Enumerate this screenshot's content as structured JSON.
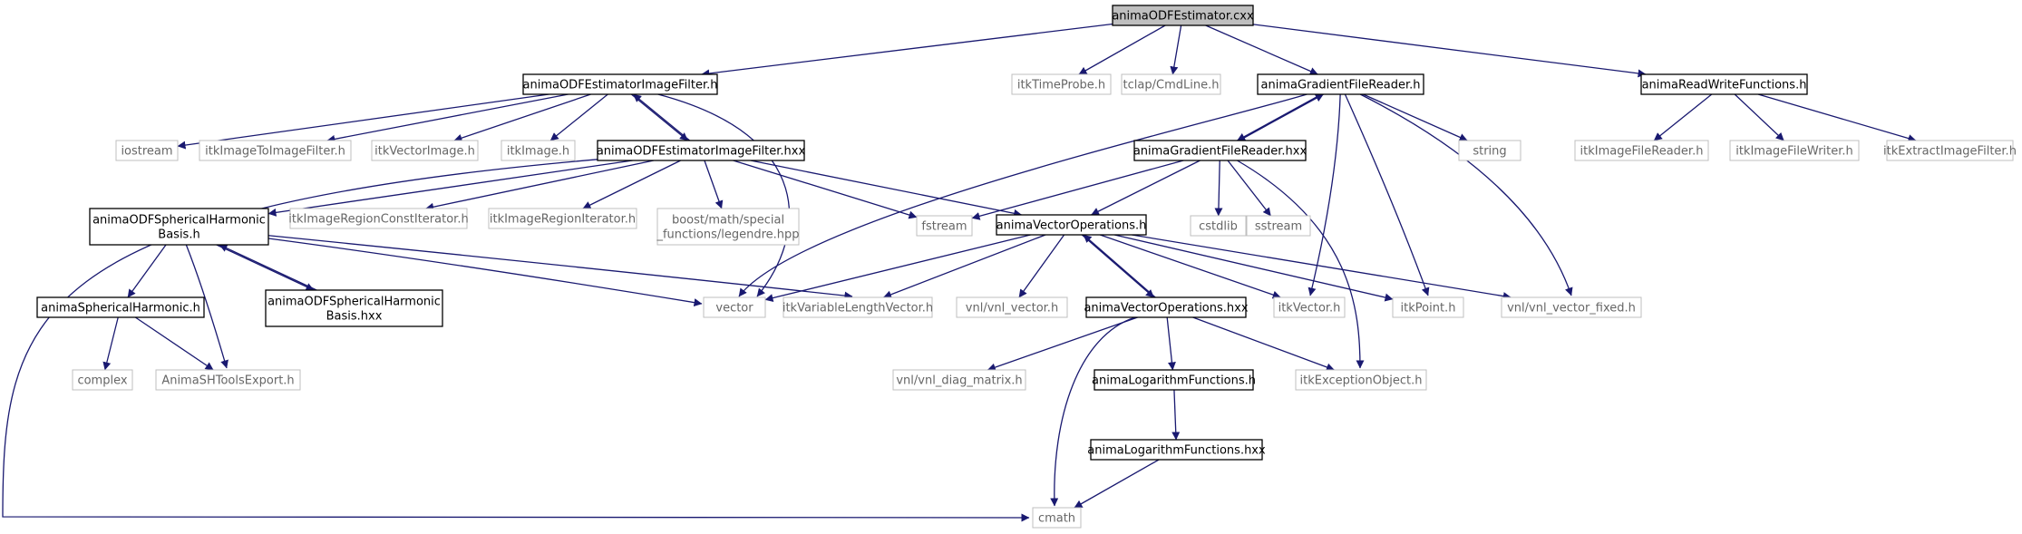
{
  "graph": {
    "title": "animaODFEstimator.cxx",
    "edge_color": "#191970",
    "root_fill": "#bfbfbf",
    "node_fill": "#ffffff",
    "project_border": "#000000",
    "external_border": "#bfbfbf",
    "nodes": {
      "root": {
        "label": "animaODFEstimator.cxx",
        "kind": "root"
      },
      "oefh": {
        "label": "animaODFEstimatorImageFilter.h",
        "kind": "project"
      },
      "timeprobe": {
        "label": "itkTimeProbe.h",
        "kind": "external"
      },
      "cmdline": {
        "label": "tclap/CmdLine.h",
        "kind": "external"
      },
      "gfrh": {
        "label": "animaGradientFileReader.h",
        "kind": "project"
      },
      "rwf": {
        "label": "animaReadWriteFunctions.h",
        "kind": "project"
      },
      "iostream": {
        "label": "iostream",
        "kind": "external"
      },
      "ittif": {
        "label": "itkImageToImageFilter.h",
        "kind": "external"
      },
      "itkvecimg": {
        "label": "itkVectorImage.h",
        "kind": "external"
      },
      "itkimage": {
        "label": "itkImage.h",
        "kind": "external"
      },
      "oefhxx": {
        "label": "animaODFEstimatorImageFilter.hxx",
        "kind": "project"
      },
      "gfrhxx": {
        "label": "animaGradientFileReader.hxx",
        "kind": "project"
      },
      "string": {
        "label": "string",
        "kind": "external"
      },
      "ifr": {
        "label": "itkImageFileReader.h",
        "kind": "external"
      },
      "ifw": {
        "label": "itkImageFileWriter.h",
        "kind": "external"
      },
      "eif": {
        "label": "itkExtractImageFilter.h",
        "kind": "external"
      },
      "oshbh": {
        "label": [
          "animaODFSphericalHarmonic",
          "Basis.h"
        ],
        "kind": "project"
      },
      "irci": {
        "label": "itkImageRegionConstIterator.h",
        "kind": "external"
      },
      "iri": {
        "label": "itkImageRegionIterator.h",
        "kind": "external"
      },
      "legendre": {
        "label": [
          "boost/math/special",
          "_functions/legendre.hpp"
        ],
        "kind": "external"
      },
      "fstream": {
        "label": "fstream",
        "kind": "external"
      },
      "vech": {
        "label": "animaVectorOperations.h",
        "kind": "project"
      },
      "cstdlib": {
        "label": "cstdlib",
        "kind": "external"
      },
      "sstream": {
        "label": "sstream",
        "kind": "external"
      },
      "shh": {
        "label": "animaSphericalHarmonic.h",
        "kind": "project"
      },
      "oshbhxx": {
        "label": [
          "animaODFSphericalHarmonic",
          "Basis.hxx"
        ],
        "kind": "project"
      },
      "vector": {
        "label": "vector",
        "kind": "external"
      },
      "ivlv": {
        "label": "itkVariableLengthVector.h",
        "kind": "external"
      },
      "vnlvec": {
        "label": "vnl/vnl_vector.h",
        "kind": "external"
      },
      "vechxx": {
        "label": "animaVectorOperations.hxx",
        "kind": "project"
      },
      "itkvec": {
        "label": "itkVector.h",
        "kind": "external"
      },
      "itkpoint": {
        "label": "itkPoint.h",
        "kind": "external"
      },
      "vnlfixed": {
        "label": "vnl/vnl_vector_fixed.h",
        "kind": "external"
      },
      "complex": {
        "label": "complex",
        "kind": "external"
      },
      "shexport": {
        "label": "AnimaSHToolsExport.h",
        "kind": "external"
      },
      "diag": {
        "label": "vnl/vnl_diag_matrix.h",
        "kind": "external"
      },
      "logh": {
        "label": "animaLogarithmFunctions.h",
        "kind": "project"
      },
      "exc": {
        "label": "itkExceptionObject.h",
        "kind": "external"
      },
      "loghxx": {
        "label": "animaLogarithmFunctions.hxx",
        "kind": "project"
      },
      "cmath": {
        "label": "cmath",
        "kind": "external"
      }
    },
    "edges": [
      [
        "root",
        "oefh"
      ],
      [
        "root",
        "timeprobe"
      ],
      [
        "root",
        "cmdline"
      ],
      [
        "root",
        "gfrh"
      ],
      [
        "root",
        "rwf"
      ],
      [
        "oefh",
        "iostream"
      ],
      [
        "oefh",
        "ittif"
      ],
      [
        "oefh",
        "itkvecimg"
      ],
      [
        "oefh",
        "itkimage"
      ],
      [
        "oefh",
        "oefhxx"
      ],
      [
        "oefh",
        "vector"
      ],
      [
        "oefhxx",
        "oefh"
      ],
      [
        "oefhxx",
        "oshbh"
      ],
      [
        "oefhxx",
        "irci"
      ],
      [
        "oefhxx",
        "iri"
      ],
      [
        "oefhxx",
        "legendre"
      ],
      [
        "oefhxx",
        "fstream"
      ],
      [
        "oefhxx",
        "vech"
      ],
      [
        "oefhxx",
        "cmath"
      ],
      [
        "gfrh",
        "vector"
      ],
      [
        "gfrh",
        "gfrhxx"
      ],
      [
        "gfrh",
        "string"
      ],
      [
        "gfrh",
        "itkvec"
      ],
      [
        "gfrh",
        "itkpoint"
      ],
      [
        "gfrh",
        "vnlfixed"
      ],
      [
        "gfrhxx",
        "gfrh"
      ],
      [
        "gfrhxx",
        "fstream"
      ],
      [
        "gfrhxx",
        "vech"
      ],
      [
        "gfrhxx",
        "cstdlib"
      ],
      [
        "gfrhxx",
        "sstream"
      ],
      [
        "gfrhxx",
        "exc"
      ],
      [
        "rwf",
        "ifr"
      ],
      [
        "rwf",
        "ifw"
      ],
      [
        "rwf",
        "eif"
      ],
      [
        "oshbh",
        "shh"
      ],
      [
        "oshbh",
        "oshbhxx"
      ],
      [
        "oshbh",
        "vector"
      ],
      [
        "oshbh",
        "ivlv"
      ],
      [
        "oshbh",
        "shexport"
      ],
      [
        "oshbhxx",
        "oshbh"
      ],
      [
        "shh",
        "complex"
      ],
      [
        "shh",
        "shexport"
      ],
      [
        "vech",
        "vector"
      ],
      [
        "vech",
        "ivlv"
      ],
      [
        "vech",
        "vnlvec"
      ],
      [
        "vech",
        "vechxx"
      ],
      [
        "vech",
        "itkvec"
      ],
      [
        "vech",
        "itkpoint"
      ],
      [
        "vech",
        "vnlfixed"
      ],
      [
        "vechxx",
        "vech"
      ],
      [
        "vechxx",
        "diag"
      ],
      [
        "vechxx",
        "logh"
      ],
      [
        "vechxx",
        "exc"
      ],
      [
        "vechxx",
        "cmath"
      ],
      [
        "logh",
        "loghxx"
      ],
      [
        "loghxx",
        "cmath"
      ]
    ]
  }
}
